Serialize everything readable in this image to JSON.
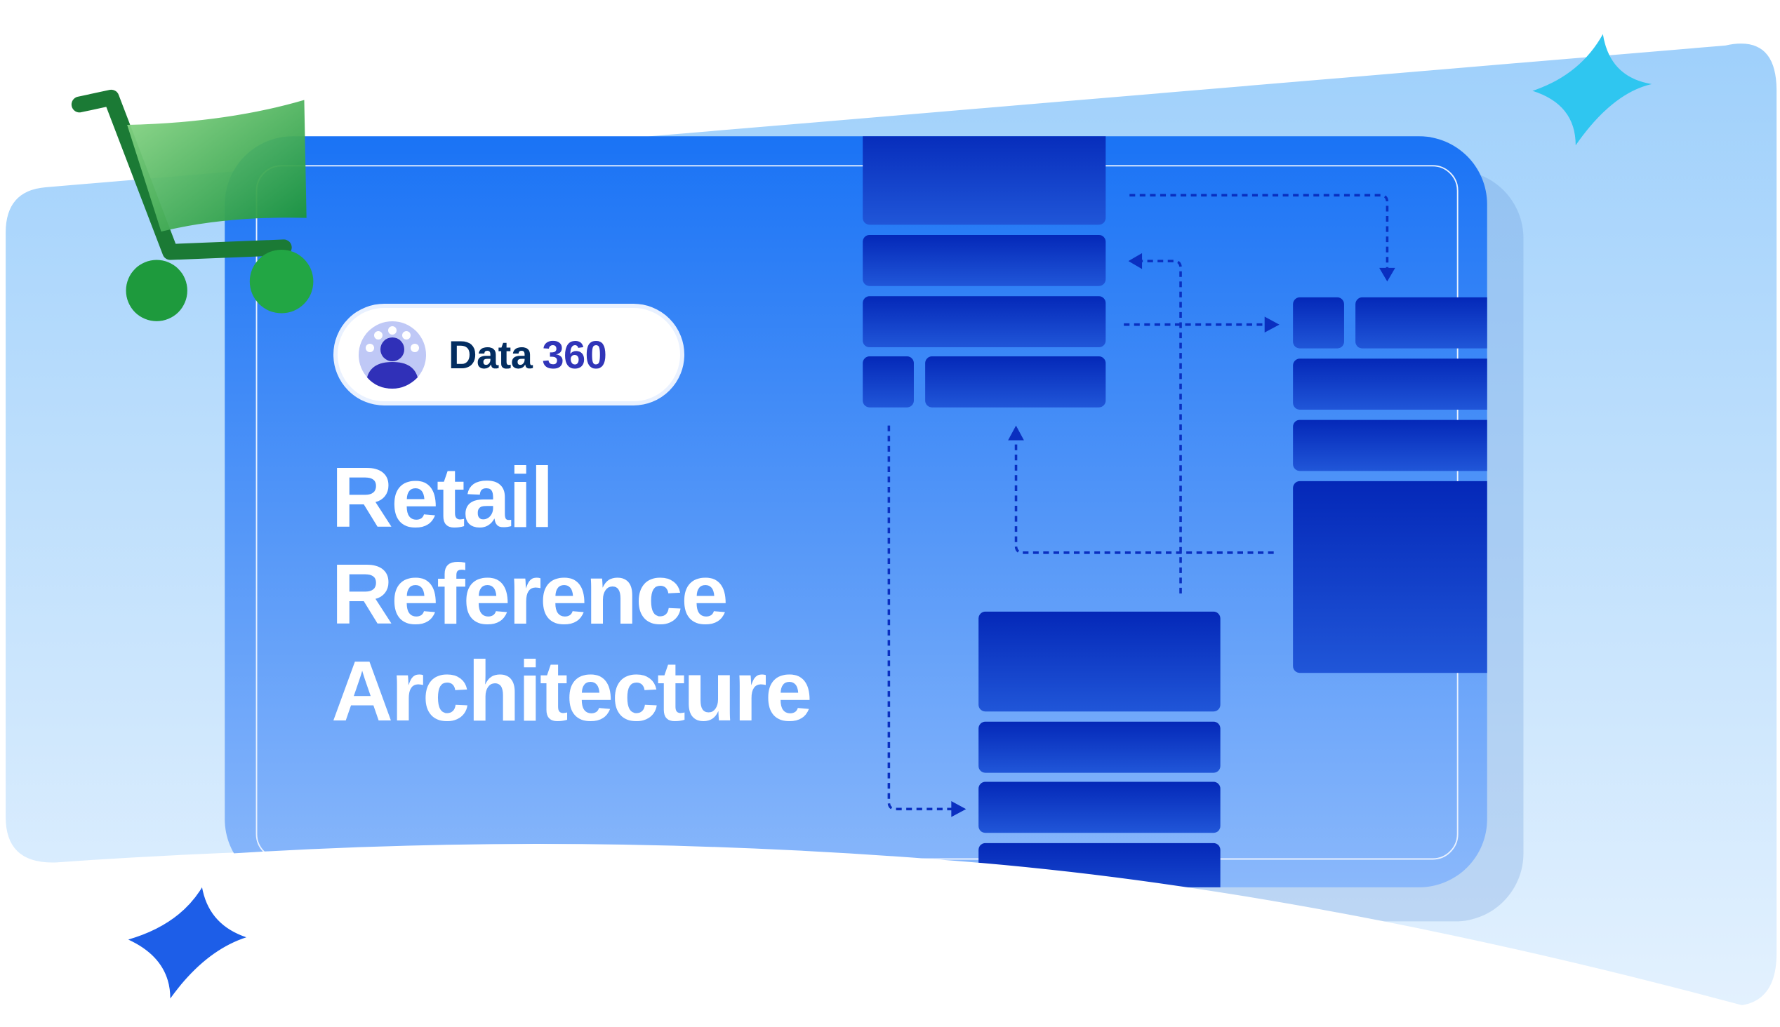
{
  "badge": {
    "brand": "Data",
    "number": "360"
  },
  "title": {
    "lines": [
      "Retail",
      "Reference",
      "Architecture"
    ]
  },
  "colors": {
    "card": "#2f7ff8",
    "block": "#0a2fc0",
    "background_shape": "#a8d4fb",
    "cart": "#1f9a3e",
    "sparkle_top": "#2fc6f0",
    "sparkle_bottom": "#1d5ee8"
  }
}
